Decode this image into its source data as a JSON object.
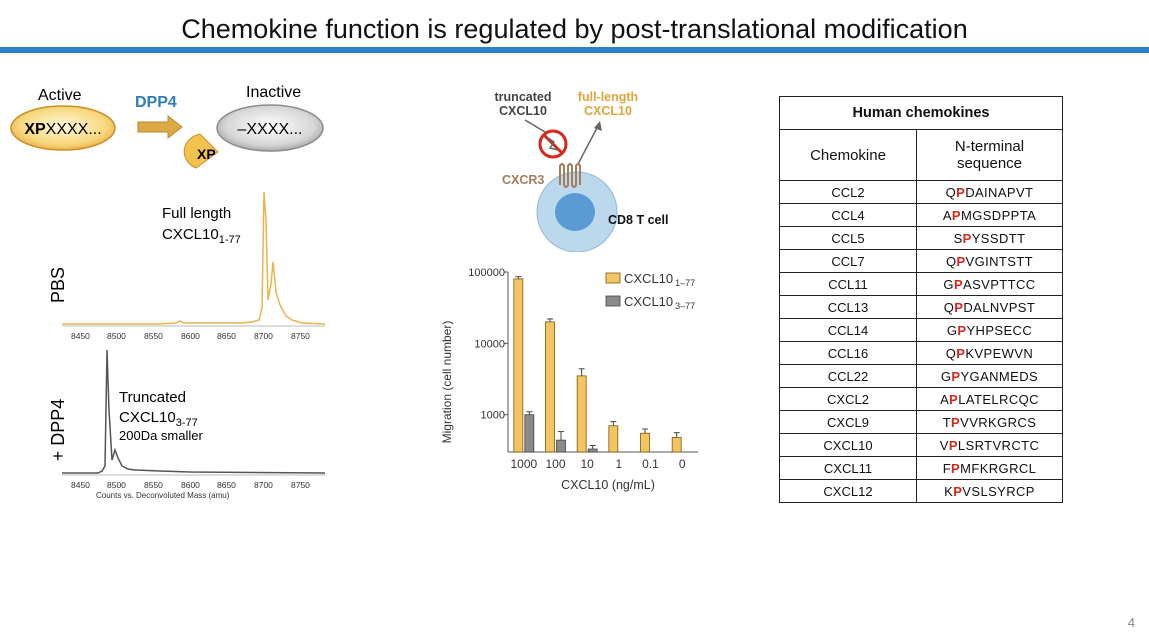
{
  "slide": {
    "title": "Chemokine function is regulated by post-translational modification",
    "page_number": "4"
  },
  "dpp4_schematic": {
    "active_label": "Active",
    "active_seq_bold": "XP",
    "active_seq_rest": "XXXX...",
    "enzyme_label": "DPP4",
    "cleaved_label": "XP",
    "inactive_label": "Inactive",
    "inactive_seq": "–XXXX...",
    "colors": {
      "active": "#f2c24f",
      "inactive": "#bdbdbd",
      "enzyme_text": "#2f7dbf",
      "arrow": "#d9a33a"
    }
  },
  "mass_spectra": {
    "pbs": {
      "row_label": "PBS",
      "peak_label_line1": "Full length",
      "peak_label_line2": "CXCL10",
      "peak_label_sub": "1-77",
      "ticks": [
        "8450",
        "8500",
        "8550",
        "8600",
        "8650",
        "8700",
        "8750"
      ],
      "color": "#e9b44c"
    },
    "dpp4": {
      "row_label": "+ DPP4",
      "peak_label_line1": "Truncated",
      "peak_label_line2": "CXCL10",
      "peak_label_sub": "3-77",
      "peak_label_line3": "200Da smaller",
      "ticks": [
        "8450",
        "8500",
        "8550",
        "8600",
        "8650",
        "8700",
        "8750"
      ],
      "xlabel": "Counts vs. Deconvoluted Mass (amu)",
      "color": "#555555"
    }
  },
  "cell_diagram": {
    "truncated_label_1": "truncated",
    "truncated_label_2": "CXCL10",
    "full_label_1": "full-length",
    "full_label_2": "CXCL10",
    "receptor_label": "CXCR3",
    "cell_label": "CD8 T cell",
    "colors": {
      "cell": "#b9d7ec",
      "nucleus": "#5b9bd5",
      "receptor": "#a77c5a",
      "full_length": "#e3a43a",
      "block": "#d8271c"
    }
  },
  "chart_data": {
    "type": "bar",
    "ylabel": "Migration (cell number)",
    "xlabel": "CXCL10 (ng/mL)",
    "categories": [
      "1000",
      "100",
      "10",
      "1",
      "0.1",
      "0"
    ],
    "yscale": "log",
    "ylim": [
      300,
      100000
    ],
    "yticks": [
      "1000",
      "10000",
      "100000"
    ],
    "legend_position": "top-right",
    "series": [
      {
        "name": "CXCL10",
        "name_sub": "1–77",
        "color": "#f2c560",
        "values": [
          80000,
          20000,
          3500,
          700,
          550,
          480
        ],
        "errors": [
          6000,
          2000,
          900,
          100,
          80,
          80
        ]
      },
      {
        "name": "CXCL10",
        "name_sub": "3–77",
        "color": "#8a8a8a",
        "values": [
          1000,
          440,
          330,
          null,
          null,
          null
        ],
        "errors": [
          100,
          140,
          40,
          null,
          null,
          null
        ]
      }
    ]
  },
  "chemokine_table": {
    "title": "Human chemokines",
    "col1": "Chemokine",
    "col2_line1": "N-terminal",
    "col2_line2": "sequence",
    "rows": [
      {
        "name": "CCL2",
        "a": "Q",
        "p": "P",
        "rest": "DAINAPVT"
      },
      {
        "name": "CCL4",
        "a": "A",
        "p": "P",
        "rest": "MGSDPPTA"
      },
      {
        "name": "CCL5",
        "a": "S",
        "p": "P",
        "rest": "YSSDTT"
      },
      {
        "name": "CCL7",
        "a": "Q",
        "p": "P",
        "rest": "VGINTSTT"
      },
      {
        "name": "CCL11",
        "a": "G",
        "p": "P",
        "rest": "ASVPTTCC"
      },
      {
        "name": "CCL13",
        "a": "Q",
        "p": "P",
        "rest": "DALNVPST"
      },
      {
        "name": "CCL14",
        "a": "G",
        "p": "P",
        "rest": "YHPSECC"
      },
      {
        "name": "CCL16",
        "a": "Q",
        "p": "P",
        "rest": "KVPEWVN"
      },
      {
        "name": "CCL22",
        "a": "G",
        "p": "P",
        "rest": "YGANMEDS"
      },
      {
        "name": "CXCL2",
        "a": "A",
        "p": "P",
        "rest": "LATELRCQC"
      },
      {
        "name": "CXCL9",
        "a": "T",
        "p": "P",
        "rest": "VVRKGRCS"
      },
      {
        "name": "CXCL10",
        "a": "V",
        "p": "P",
        "rest": "LSRTVRCTC"
      },
      {
        "name": "CXCL11",
        "a": "F",
        "p": "P",
        "rest": "MFKRGRCL"
      },
      {
        "name": "CXCL12",
        "a": "K",
        "p": "P",
        "rest": "VSLSYRCP"
      }
    ]
  }
}
